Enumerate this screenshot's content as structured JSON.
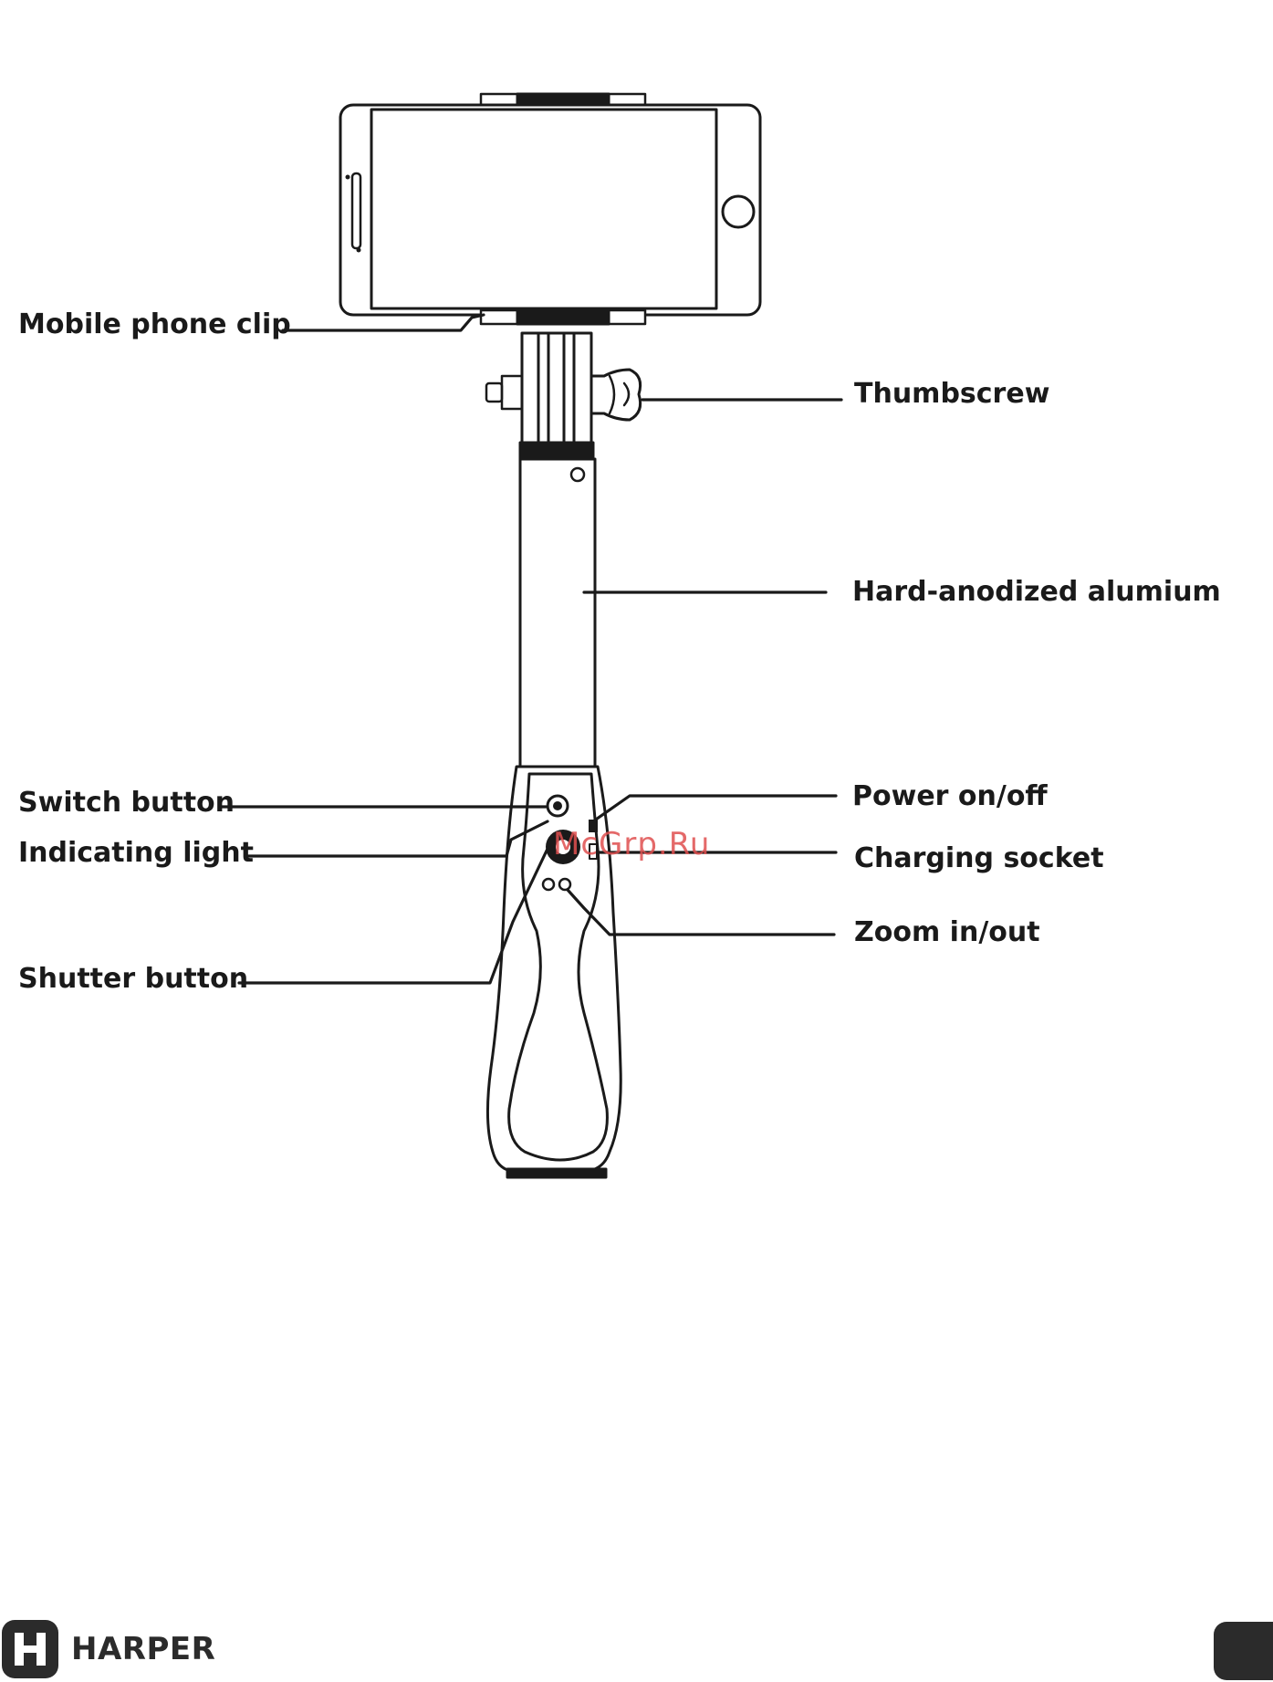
{
  "labels": {
    "mobile_phone_clip": "Mobile phone clip",
    "thumbscrew": "Thumbscrew",
    "hard_anodized_alumium": "Hard-anodized alumium",
    "switch_button": "Switch button",
    "indicating_light": "Indicating light",
    "power_on_off": "Power on/off",
    "charging_socket": "Charging socket",
    "zoom_in_out": "Zoom in/out",
    "shutter_button": "Shutter button"
  },
  "watermark": "McGrp.Ru",
  "brand": {
    "name": "HARPER",
    "logo_letter": "H"
  },
  "colors": {
    "line": "#1a1a1a",
    "watermark": "#e05050",
    "brand": "#2b2b2b"
  }
}
